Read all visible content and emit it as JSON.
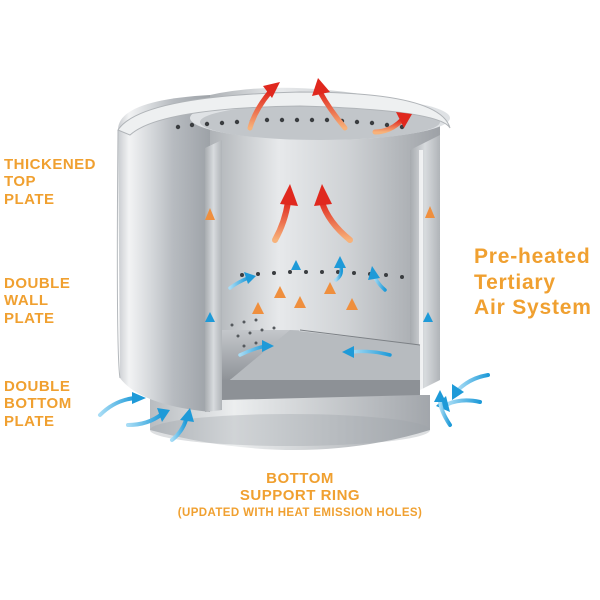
{
  "labels": {
    "thickened_top_plate": [
      "THICKENED",
      "TOP",
      "PLATE"
    ],
    "double_wall_plate": [
      "DOUBLE",
      "WALL",
      "PLATE"
    ],
    "double_bottom_plate": [
      "DOUBLE",
      "BOTTOM",
      "PLATE"
    ],
    "tertiary_air_system": [
      "Pre-heated",
      "Tertiary",
      "Air System"
    ],
    "bottom_support_ring": [
      "BOTTOM",
      "SUPPORT RING"
    ],
    "bottom_support_ring_note": "(UPDATED WITH HEAT EMISSION HOLES)"
  },
  "colors": {
    "label": "#f0a030",
    "hot_air_arrow": "#e23a2a",
    "warm_air_arrow": "#f4a259",
    "cool_air_arrow": "#2fa6e0",
    "steel_light": "#e6e8ea",
    "steel_dark": "#8a8f94"
  },
  "icons": {
    "hot": "hot-air-arrow-icon",
    "warm": "warm-air-arrow-icon",
    "cool": "cool-air-arrow-icon"
  }
}
